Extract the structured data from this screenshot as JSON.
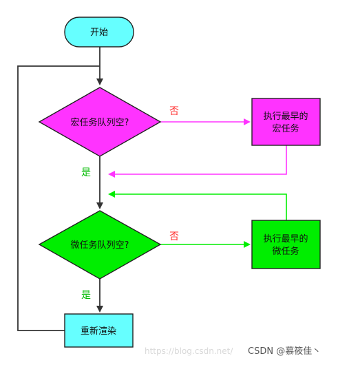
{
  "diagram": {
    "start": {
      "label": "开始",
      "fill": "#66ffff"
    },
    "macro_check": {
      "label": "宏任务队列空?",
      "fill": "#ff33ff"
    },
    "macro_action": {
      "line1": "执行最早的",
      "line2": "宏任务",
      "fill": "#ff33ff"
    },
    "micro_check": {
      "label": "微任务队列空?",
      "fill": "#00ee00"
    },
    "micro_action": {
      "line1": "执行最早的",
      "line2": "微任务",
      "fill": "#00ee00"
    },
    "render": {
      "label": "重新渲染",
      "fill": "#66ffff"
    },
    "edge_labels": {
      "macro_no": "否",
      "macro_yes": "是",
      "micro_no": "否",
      "micro_yes": "是"
    },
    "colors": {
      "main_flow": "#333333",
      "macro_loop": "#ff33ff",
      "micro_loop": "#00ee00",
      "no_label": "#ff3333",
      "yes_label": "#00bb00"
    }
  },
  "watermark": {
    "url": "https://blog.csdn.net/",
    "brand": "CSDN @慕筱佳丶"
  }
}
